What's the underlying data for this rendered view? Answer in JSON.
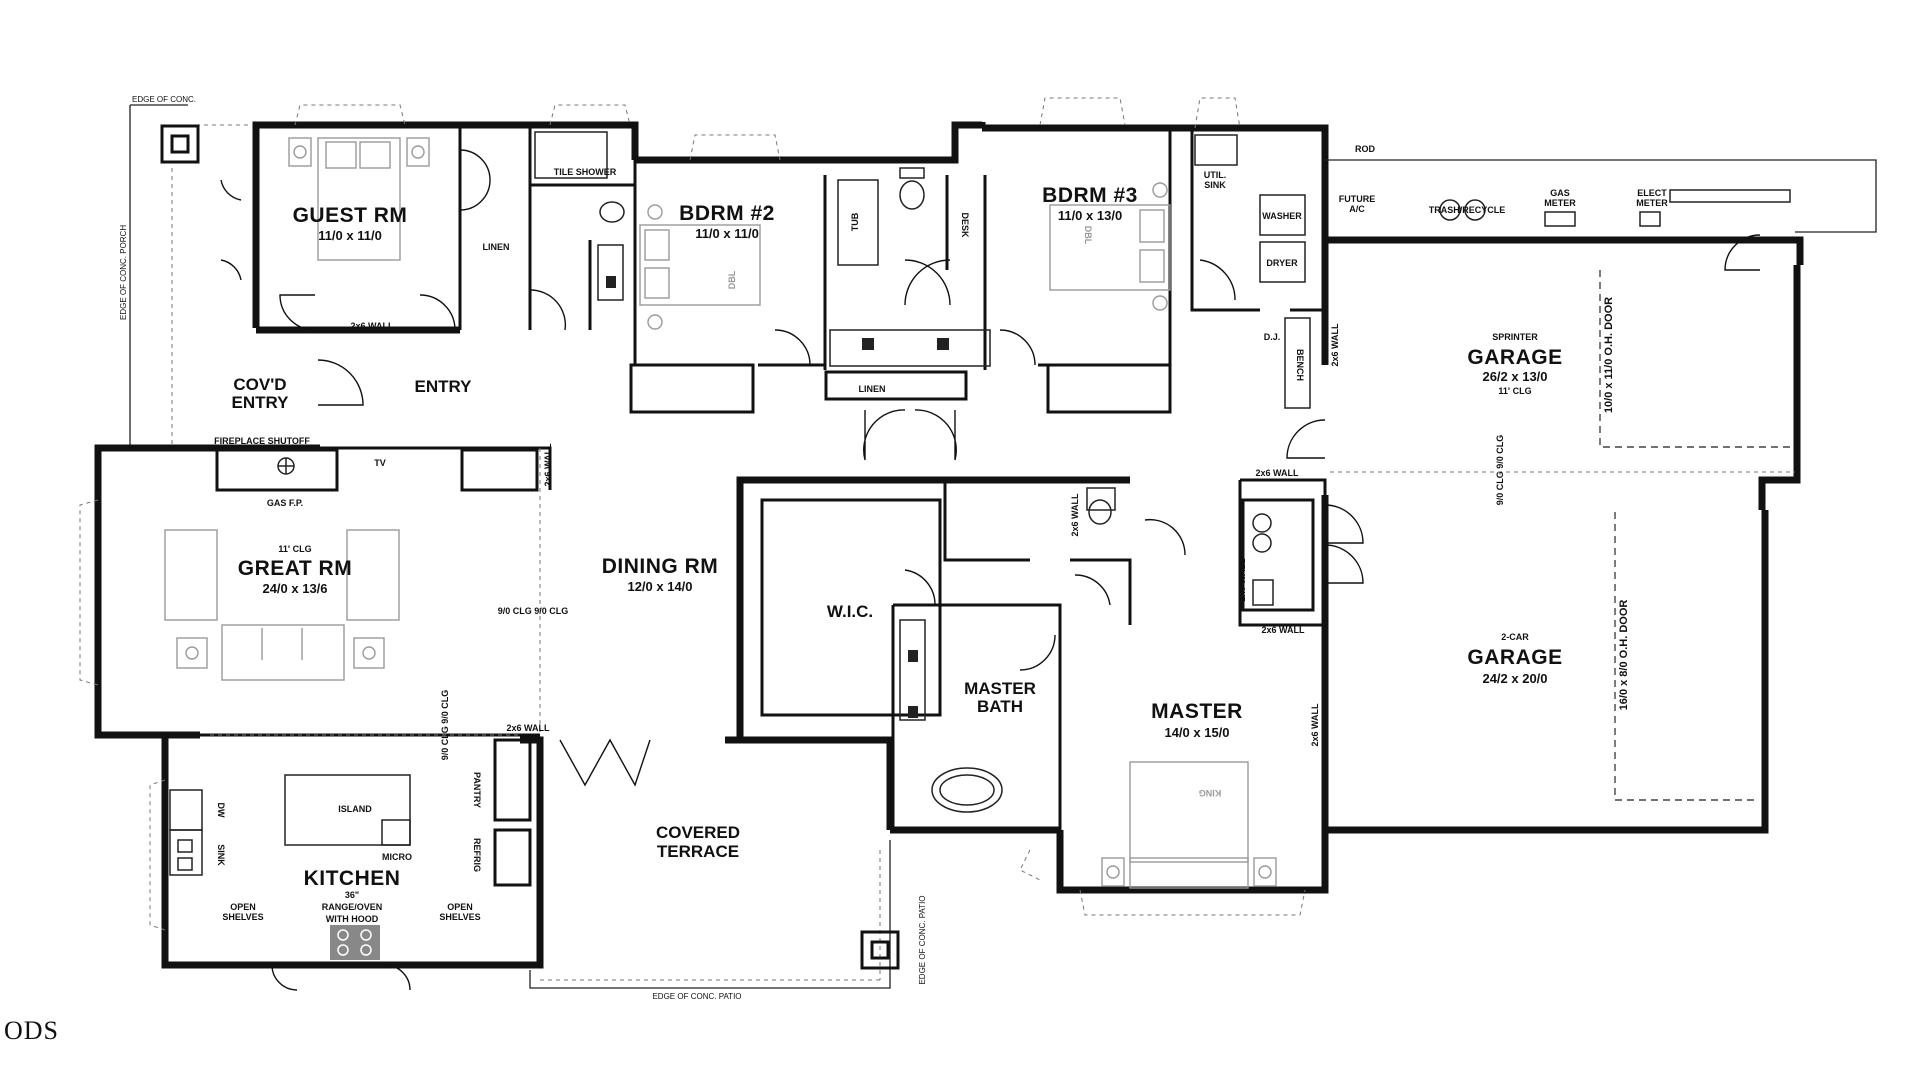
{
  "rooms": {
    "guest": {
      "name": "GUEST RM",
      "dim": "11/0 x 11/0"
    },
    "bdrm2": {
      "name": "BDRM #2",
      "dim": "11/0 x 11/0"
    },
    "bdrm3": {
      "name": "BDRM #3",
      "dim": "11/0 x 13/0"
    },
    "covd_entry_1": "COV'D",
    "covd_entry_2": "ENTRY",
    "entry": "ENTRY",
    "great": {
      "ceiling": "11' CLG",
      "name": "GREAT RM",
      "dim": "24/0 x 13/6"
    },
    "dining": {
      "name": "DINING RM",
      "dim": "12/0 x 14/0"
    },
    "wic": "W.I.C.",
    "master_bath_1": "MASTER",
    "master_bath_2": "BATH",
    "master": {
      "name": "MASTER",
      "dim": "14/0 x 15/0"
    },
    "kitchen": "KITCHEN",
    "terrace_1": "COVERED",
    "terrace_2": "TERRACE",
    "sprinter": {
      "type": "SPRINTER",
      "name": "GARAGE",
      "dim": "26/2 x 13/0",
      "ceiling": "11' CLG"
    },
    "garage2": {
      "type": "2-CAR",
      "name": "GARAGE",
      "dim": "24/2 x 20/0"
    }
  },
  "labels": {
    "edge_conc_top": "EDGE OF CONC.",
    "edge_porch": "EDGE OF CONC. PORCH",
    "tile_shower": "TILE SHOWER",
    "linen": "LINEN",
    "wall_2x6": "2x6 WALL",
    "fireplace_shutoff": "FIREPLACE SHUTOFF",
    "tv": "TV",
    "gas_fp": "GAS F.P.",
    "clg_dining": "9/0 CLG 9/0 CLG",
    "clg_vert": "9/0 CLG 9/0 CLG",
    "island": "ISLAND",
    "micro": "MICRO",
    "range_1": "36\"",
    "range_2": "RANGE/OVEN",
    "range_3": "WITH HOOD",
    "open_shelves_1": "OPEN",
    "open_shelves_2": "SHELVES",
    "sink": "SINK",
    "dw": "DW",
    "pantry": "PANTRY",
    "refrig": "REFRIG",
    "tub": "TUB",
    "desk": "DESK",
    "util_sink_1": "UTIL.",
    "util_sink_2": "SINK",
    "washer": "WASHER",
    "dryer": "DRYER",
    "dj": "D.J.",
    "bench": "BENCH",
    "rod": "ROD",
    "future_ac_1": "FUTURE",
    "future_ac_2": "A/C",
    "trash": "TRASH/RECYCLE",
    "gas_meter_1": "GAS",
    "gas_meter_2": "METER",
    "elect_meter_1": "ELECT",
    "elect_meter_2": "METER",
    "door_sprinter": "10/0 x 11/0 O.H. DOOR",
    "door_2car": "16/0 x 8/0 O.H. DOOR",
    "dbl": "DBL",
    "king": "KING",
    "edge_patio_bottom": "EDGE OF CONC. PATIO",
    "edge_patio_side": "EDGE OF CONC. PATIO",
    "watermark": "ODS"
  }
}
